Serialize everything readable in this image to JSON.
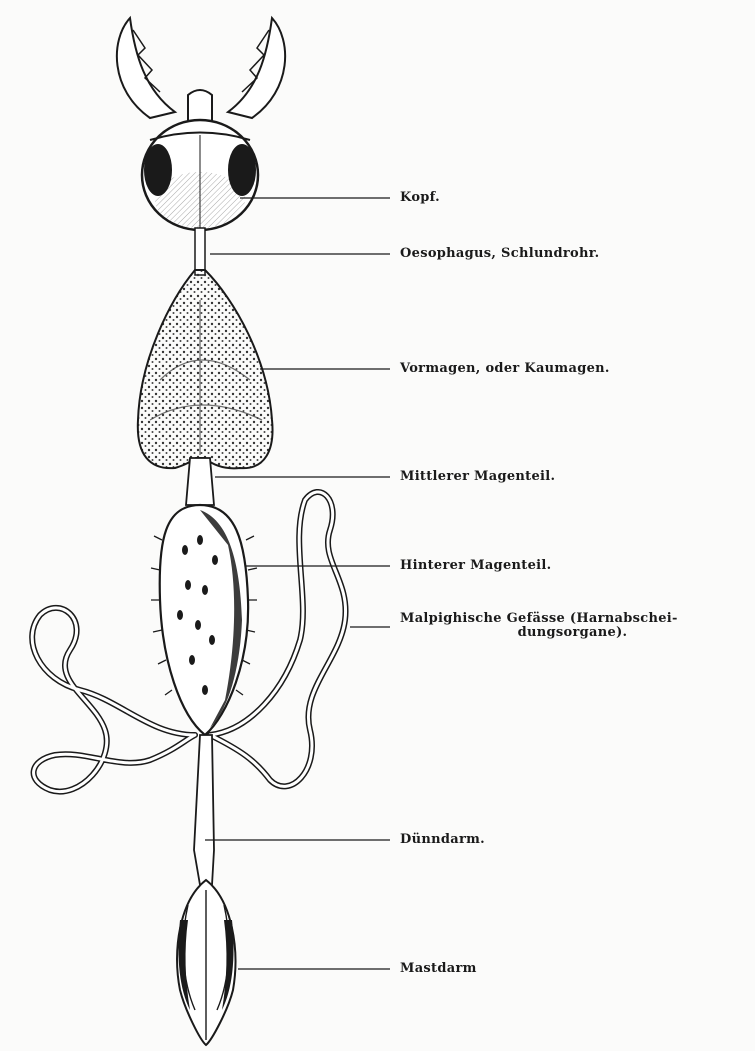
{
  "labels": {
    "kopf": "Kopf.",
    "oesophagus": "Oesophagus, Schlundrohr.",
    "vormagen": "Vormagen, oder Kaumagen.",
    "mittlerer": "Mittlerer Magenteil.",
    "hinterer": "Hinterer Magenteil.",
    "malpighi_1": "Malpighische Gefässe (Harnabschei-",
    "malpighi_2": "dungsorgane).",
    "duenndarm": "Dünndarm.",
    "mastdarm": "Mastdarm"
  },
  "colors": {
    "ink": "#1a1a1a",
    "paper": "#fbfbfa"
  }
}
